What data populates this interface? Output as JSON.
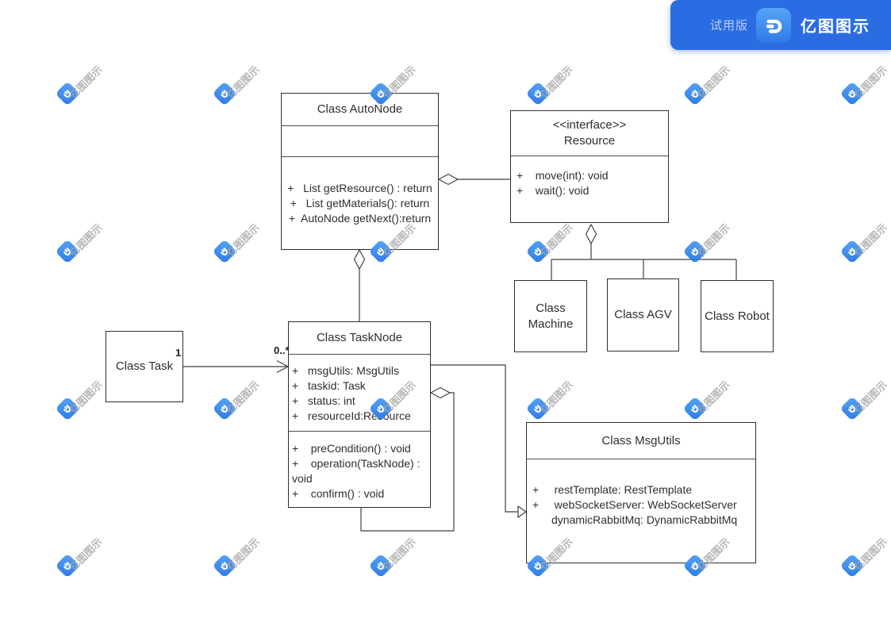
{
  "badge": {
    "trial_label": "试用版",
    "brand": "亿图图示"
  },
  "watermark": {
    "text": "亿图图示"
  },
  "diagram": {
    "autonode": {
      "title": "Class AutoNode",
      "methods": [
        "+   List getResource() : return",
        "+   List getMaterials(): return",
        "+  AutoNode getNext():return"
      ]
    },
    "resource": {
      "stereotype": "<<interface>>",
      "title": "Resource",
      "methods": [
        "+    move(int): void",
        "+    wait(): void"
      ]
    },
    "machine": {
      "title": "Class Machine"
    },
    "agv": {
      "title": "Class AGV"
    },
    "robot": {
      "title": "Class Robot"
    },
    "task": {
      "title": "Class Task"
    },
    "tasknode": {
      "title": "Class TaskNode",
      "attributes": [
        "+   msgUtils: MsgUtils",
        "+   taskid: Task",
        "+   status: int",
        "+   resourceId:Resource"
      ],
      "methods": [
        "+    preCondition() : void",
        "+    operation(TaskNode) :",
        "void",
        "+    confirm() : void"
      ]
    },
    "msgutils": {
      "title": "Class MsgUtils",
      "attributes": [
        "+     restTemplate: RestTemplate",
        "+     webSocketServer: WebSocketServer",
        "dynamicRabbitMq: DynamicRabbitMq"
      ]
    },
    "relations": {
      "task_to_tasknode": {
        "source_multiplicity": "1",
        "target_multiplicity": "0..*"
      }
    }
  },
  "colors": {
    "badge_blue": "#2B6CE3",
    "logo_blue_light": "#55A4F5",
    "logo_blue_dark": "#2E7AE8",
    "watermark_gray": "#8C8C8C",
    "line": "#3F3F3F"
  }
}
